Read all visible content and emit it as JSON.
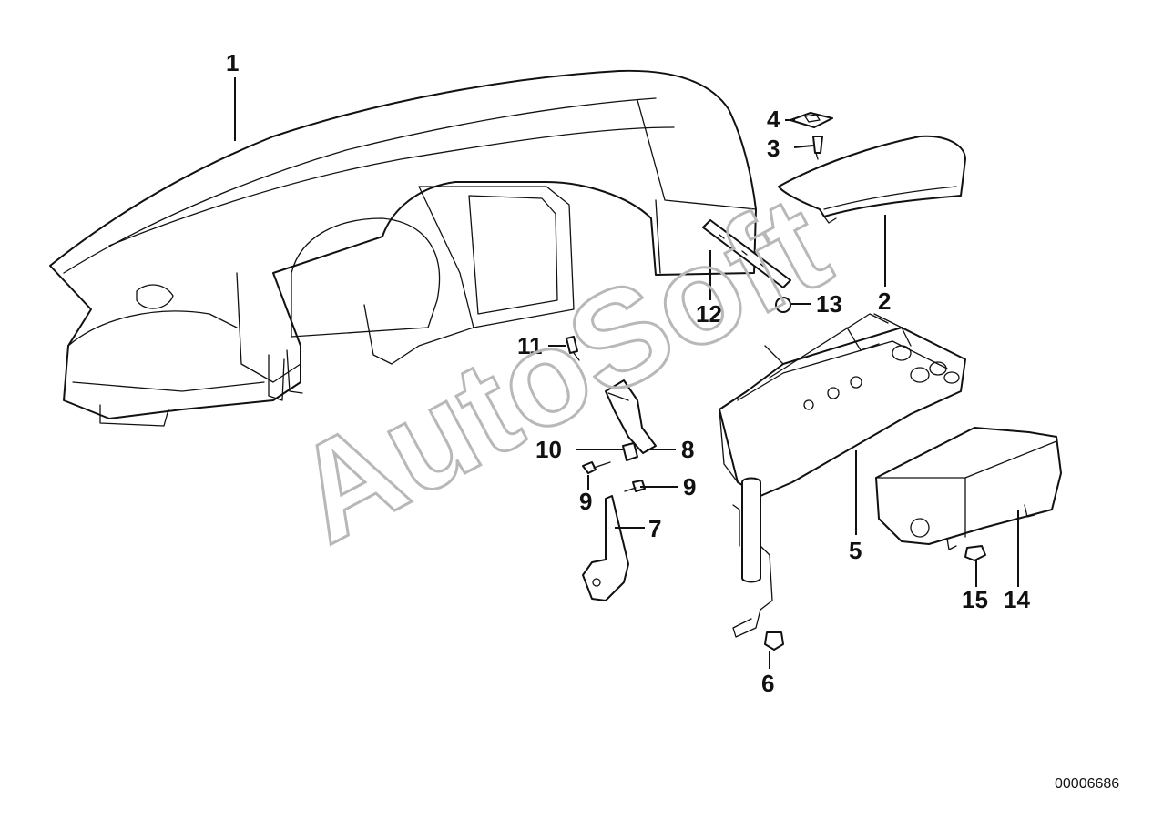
{
  "watermark": "AutoSoft",
  "document_number": "00006686",
  "callouts": [
    {
      "id": "1",
      "text": "1"
    },
    {
      "id": "2",
      "text": "2"
    },
    {
      "id": "3",
      "text": "3"
    },
    {
      "id": "4",
      "text": "4"
    },
    {
      "id": "5",
      "text": "5"
    },
    {
      "id": "6",
      "text": "6"
    },
    {
      "id": "7",
      "text": "7"
    },
    {
      "id": "8",
      "text": "8"
    },
    {
      "id": "9a",
      "text": "9"
    },
    {
      "id": "9b",
      "text": "9"
    },
    {
      "id": "10",
      "text": "10"
    },
    {
      "id": "11",
      "text": "11"
    },
    {
      "id": "12",
      "text": "12"
    },
    {
      "id": "13",
      "text": "13"
    },
    {
      "id": "14",
      "text": "14"
    },
    {
      "id": "15",
      "text": "15"
    }
  ]
}
